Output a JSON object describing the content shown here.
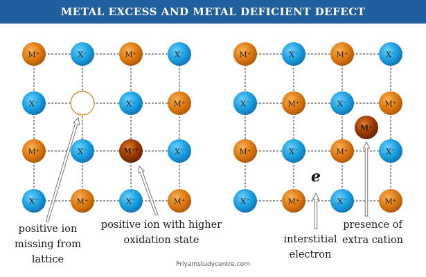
{
  "title": "METAL EXCESS AND METAL DEFICIENT DEFECT",
  "colors": {
    "title_bg": "#1f5f9e",
    "anion": "#1ba1e2",
    "cation": "#e07b12",
    "higher_oxidation_cation": "#9c3b06",
    "vacancy_fill": "#ffffff",
    "vacancy_stroke": "#e07b12",
    "lattice_line": "#333333"
  },
  "labels": {
    "cation": "M⁺",
    "anion": "X⁻",
    "higher_oxidation": "M⁺²",
    "extra_cation": "M⁺"
  },
  "left_lattice": {
    "rows": [
      [
        "M",
        "X",
        "M",
        "X"
      ],
      [
        "X",
        "vacancy",
        "X",
        "M"
      ],
      [
        "M",
        "X",
        "M2",
        "X"
      ],
      [
        "X",
        "M",
        "X",
        "M"
      ]
    ]
  },
  "right_lattice": {
    "rows": [
      [
        "M",
        "X",
        "M",
        "X"
      ],
      [
        "X",
        "M",
        "X",
        "M"
      ],
      [
        "M",
        "X",
        "M",
        "X"
      ],
      [
        "X",
        "M",
        "X",
        "M"
      ]
    ]
  },
  "annotations": {
    "vacancy": "positive ion\nmissing from\nlattice",
    "higher_oxidation": "positive ion with higher\noxidation state",
    "interstitial_electron": "interstitial\nelectron",
    "extra_cation": "presence of\nextra cation"
  },
  "electron_symbol": "e",
  "footer": "Priyamstudycentre.com"
}
